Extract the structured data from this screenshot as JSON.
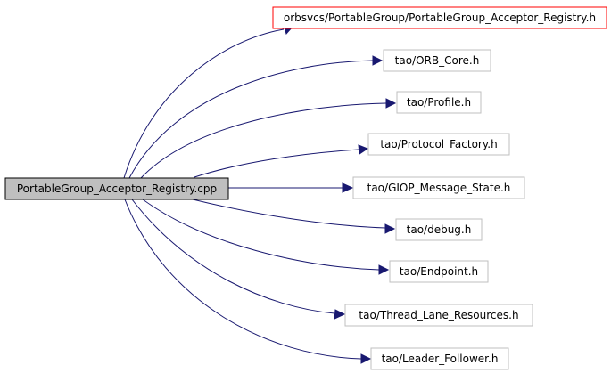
{
  "source": {
    "label": "PortableGroup_Acceptor_Registry.cpp",
    "fill": "#bfbfbf",
    "border": "#000000"
  },
  "targets": [
    {
      "label": "orbsvcs/PortableGroup/PortableGroup_Acceptor_Registry.h",
      "border": "#ff0000"
    },
    {
      "label": "tao/ORB_Core.h",
      "border": "#bfbfbf"
    },
    {
      "label": "tao/Profile.h",
      "border": "#bfbfbf"
    },
    {
      "label": "tao/Protocol_Factory.h",
      "border": "#bfbfbf"
    },
    {
      "label": "tao/GIOP_Message_State.h",
      "border": "#bfbfbf"
    },
    {
      "label": "tao/debug.h",
      "border": "#bfbfbf"
    },
    {
      "label": "tao/Endpoint.h",
      "border": "#bfbfbf"
    },
    {
      "label": "tao/Thread_Lane_Resources.h",
      "border": "#bfbfbf"
    },
    {
      "label": "tao/Leader_Follower.h",
      "border": "#bfbfbf"
    }
  ],
  "edge_color": "#191970"
}
